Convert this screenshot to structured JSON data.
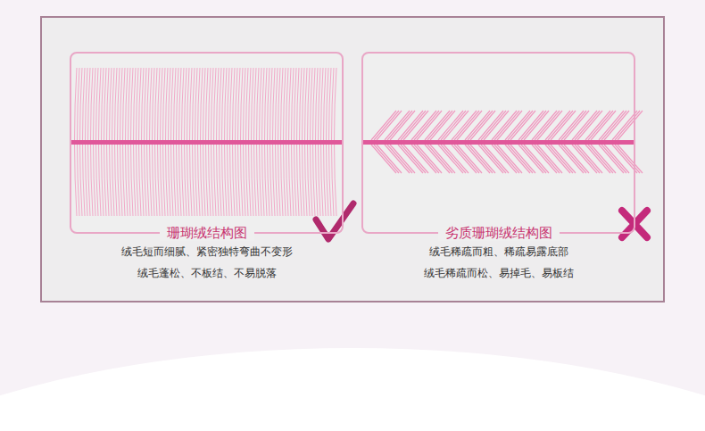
{
  "diagram": {
    "nodes": [
      {
        "text": [
          "珊瑚绒结构图",
          "绒毛短而细腻、紧密独特弯曲不变形",
          "绒毛蓬松、不板结、不易脱落"
        ]
      },
      {
        "text": [
          "劣质珊瑚绒结构图",
          "绒毛稀疏而粗、稀疏易露底部",
          "绒毛稀疏而松、易掉毛、易板结"
        ]
      }
    ]
  }
}
